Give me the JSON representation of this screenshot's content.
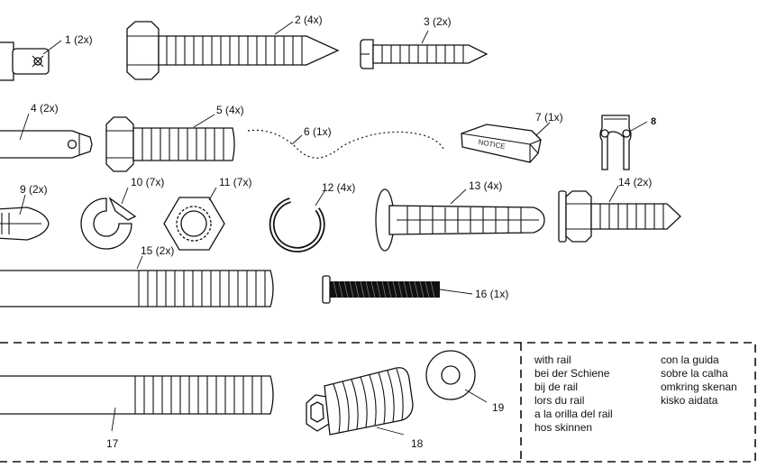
{
  "parts": {
    "p1": {
      "label": "1 (2x)"
    },
    "p2": {
      "label": "2 (4x)"
    },
    "p3": {
      "label": "3 (2x)"
    },
    "p4": {
      "label": "4 (2x)"
    },
    "p5": {
      "label": "5 (4x)"
    },
    "p6": {
      "label": "6 (1x)"
    },
    "p7": {
      "label": "7 (1x)",
      "stamp": "NOTICE"
    },
    "p8": {
      "label": "8"
    },
    "p9": {
      "label": "9 (2x)"
    },
    "p10": {
      "label": "10 (7x)"
    },
    "p11": {
      "label": "11 (7x)"
    },
    "p12": {
      "label": "12 (4x)"
    },
    "p13": {
      "label": "13 (4x)"
    },
    "p14": {
      "label": "14 (2x)"
    },
    "p15": {
      "label": "15 (2x)"
    },
    "p16": {
      "label": "16 (1x)"
    },
    "p17": {
      "label": "17"
    },
    "p18": {
      "label": "18"
    },
    "p19": {
      "label": "19"
    }
  },
  "rail_note": {
    "col1": [
      "with rail",
      "bei der Schiene",
      "bij de rail",
      "lors du rail",
      "a la orilla del rail",
      "hos skinnen"
    ],
    "col2": [
      "con la guida",
      "sobre la calha",
      "omkring skenan",
      "kisko aidata"
    ]
  },
  "colors": {
    "ink": "#111111",
    "background": "#ffffff"
  }
}
